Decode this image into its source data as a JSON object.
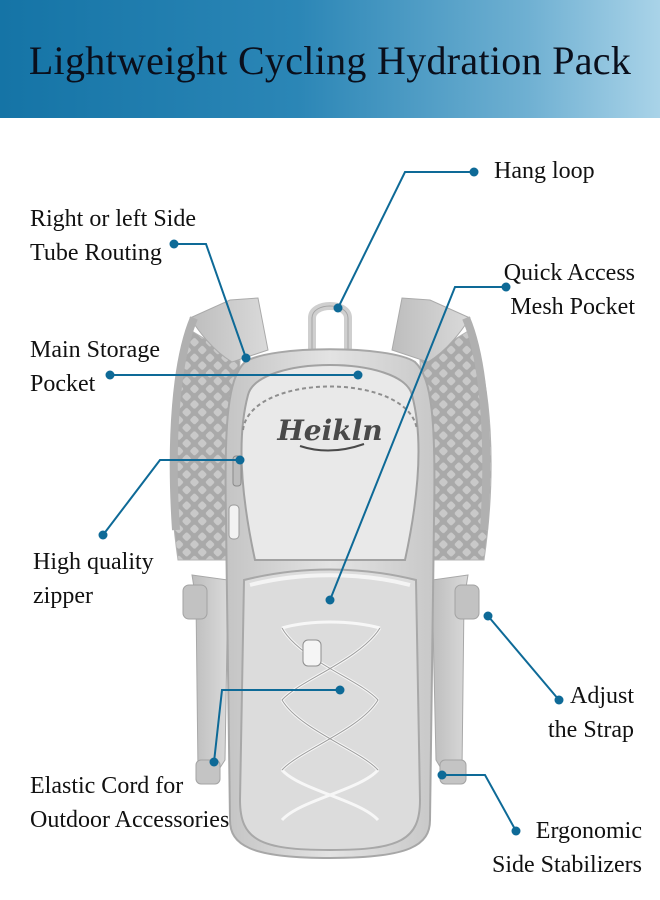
{
  "title": "Lightweight Cycling Hydration Pack",
  "brand_logo_text": "Heikln",
  "colors": {
    "banner_start": "#1574a6",
    "banner_end": "#a9d3e8",
    "leader_line": "#0e6a97",
    "pack_body": "#d6d6d6"
  },
  "callouts": {
    "hang_loop": [
      "Hang loop"
    ],
    "tube_routing": [
      "Right or left Side",
      "Tube Routing"
    ],
    "mesh_pocket": [
      "Quick Access",
      "Mesh Pocket"
    ],
    "main_storage": [
      "Main Storage",
      "Pocket"
    ],
    "zipper": [
      "High quality",
      "zipper"
    ],
    "adjust_strap": [
      "Adjust",
      "the Strap"
    ],
    "elastic_cord": [
      "Elastic Cord for",
      "Outdoor Accessories"
    ],
    "stabilizers": [
      "Ergonomic",
      "Side Stabilizers"
    ]
  }
}
